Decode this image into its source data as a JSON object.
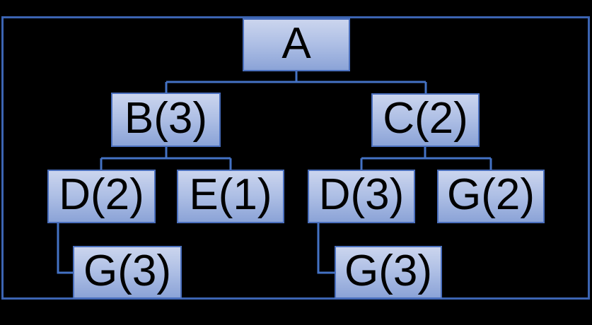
{
  "diagram": {
    "type": "tree",
    "nodes": [
      {
        "id": "A",
        "label": "A",
        "parent": null
      },
      {
        "id": "B",
        "label": "B(3)",
        "parent": "A"
      },
      {
        "id": "C",
        "label": "C(2)",
        "parent": "A"
      },
      {
        "id": "D2",
        "label": "D(2)",
        "parent": "B"
      },
      {
        "id": "E1",
        "label": "E(1)",
        "parent": "B"
      },
      {
        "id": "D3",
        "label": "D(3)",
        "parent": "C"
      },
      {
        "id": "G2",
        "label": "G(2)",
        "parent": "C"
      },
      {
        "id": "G3_left",
        "label": "G(3)",
        "parent": "D2"
      },
      {
        "id": "G3_right",
        "label": "G(3)",
        "parent": "D3"
      }
    ],
    "colors": {
      "background": "#000000",
      "frame_border": "#3c64b2",
      "connector": "#4472c4",
      "node_border": "#4a6fbd",
      "node_fill_top": "#cbd5ee",
      "node_fill_bottom": "#8ba3d7",
      "node_text": "#000000"
    }
  }
}
